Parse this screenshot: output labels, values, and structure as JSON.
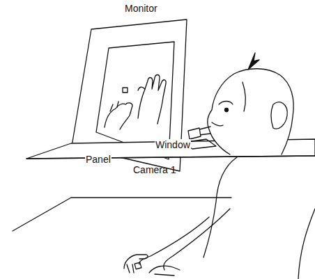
{
  "diagram": {
    "labels": [
      "Monitor",
      "Window",
      "Panel",
      "Camera 1"
    ]
  }
}
